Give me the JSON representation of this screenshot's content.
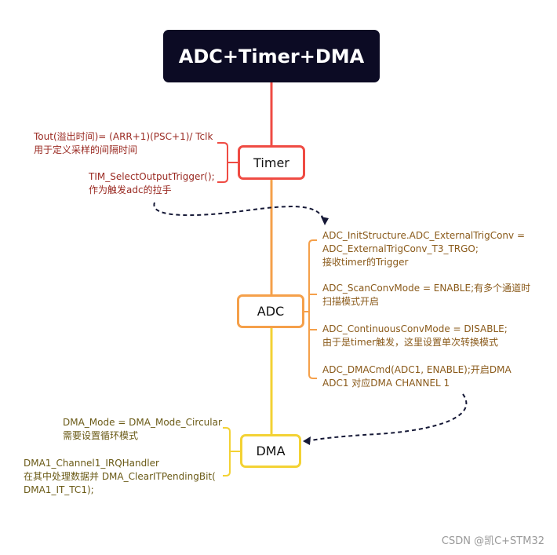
{
  "diagram": {
    "root": {
      "label": "ADC+Timer+DMA"
    },
    "timer": {
      "label": "Timer",
      "notes": [
        [
          "Tout(溢出时间)= (ARR+1)(PSC+1)/ Tclk",
          "用于定义采样的间隔时间"
        ],
        [
          "TIM_SelectOutputTrigger();",
          "作为触发adc的拉手"
        ]
      ]
    },
    "adc": {
      "label": "ADC",
      "notes": [
        [
          "ADC_InitStructure.ADC_ExternalTrigConv =",
          "ADC_ExternalTrigConv_T3_TRGO;",
          "接收timer的Trigger"
        ],
        [
          "ADC_ScanConvMode = ENABLE;有多个通道时",
          "扫描模式开启"
        ],
        [
          "ADC_ContinuousConvMode = DISABLE;",
          "由于是timer触发，这里设置单次转换模式"
        ],
        [
          "ADC_DMACmd(ADC1, ENABLE);开启DMA",
          "ADC1 对应DMA CHANNEL 1"
        ]
      ]
    },
    "dma": {
      "label": "DMA",
      "notes": [
        [
          "DMA_Mode = DMA_Mode_Circular",
          "需要设置循环模式"
        ],
        [
          "DMA1_Channel1_IRQHandler",
          "在其中处理数据并 DMA_ClearITPendingBit(",
          "DMA1_IT_TC1);"
        ]
      ]
    },
    "colors": {
      "root": "#0c0b24",
      "timer": "#ef4b43",
      "adc": "#f5a04a",
      "dma": "#f3d234",
      "arrow": "#151836"
    }
  },
  "watermark": "CSDN @凯C+STM32"
}
